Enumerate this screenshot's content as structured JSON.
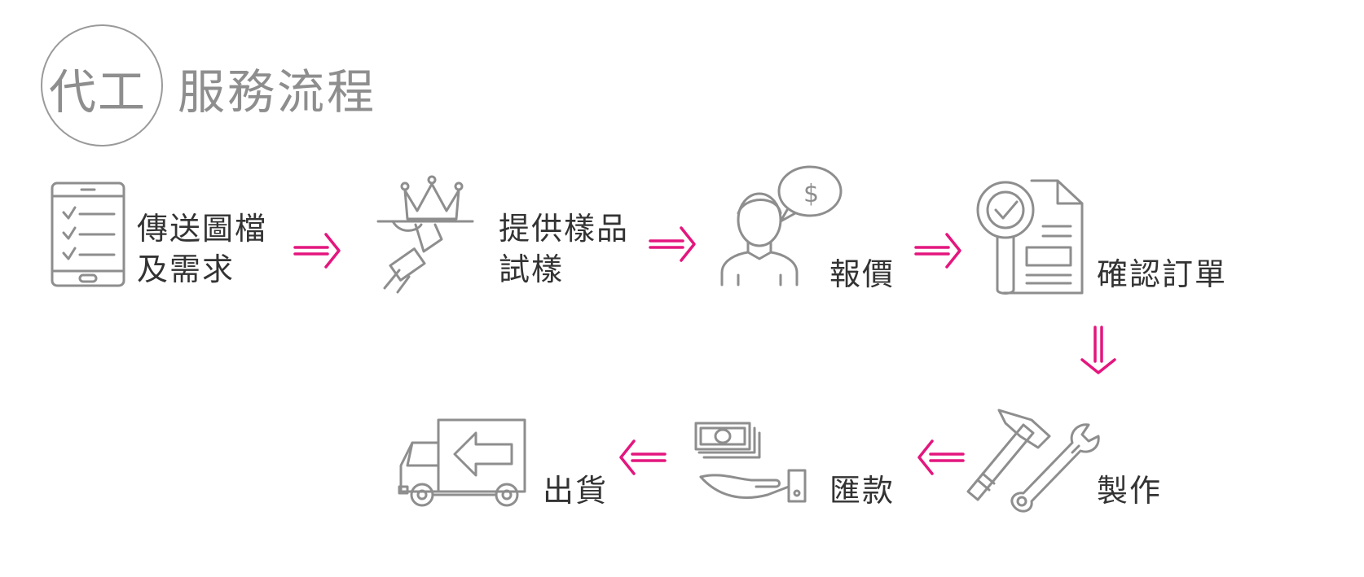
{
  "title": {
    "circled": "代工",
    "rest": "服務流程"
  },
  "colors": {
    "arrow": "#e4167e",
    "icon": "#8e8e8e",
    "text": "#333333"
  },
  "steps": [
    {
      "label": "傳送圖檔\n及需求",
      "icon": "tablet-checklist-icon"
    },
    {
      "label": "提供樣品\n試樣",
      "icon": "crown-tray-icon"
    },
    {
      "label": "報價",
      "icon": "person-dollar-icon"
    },
    {
      "label": "確認訂單",
      "icon": "document-check-icon"
    },
    {
      "label": "製作",
      "icon": "hammer-wrench-icon"
    },
    {
      "label": "匯款",
      "icon": "hand-cash-icon"
    },
    {
      "label": "出貨",
      "icon": "delivery-truck-icon"
    }
  ]
}
